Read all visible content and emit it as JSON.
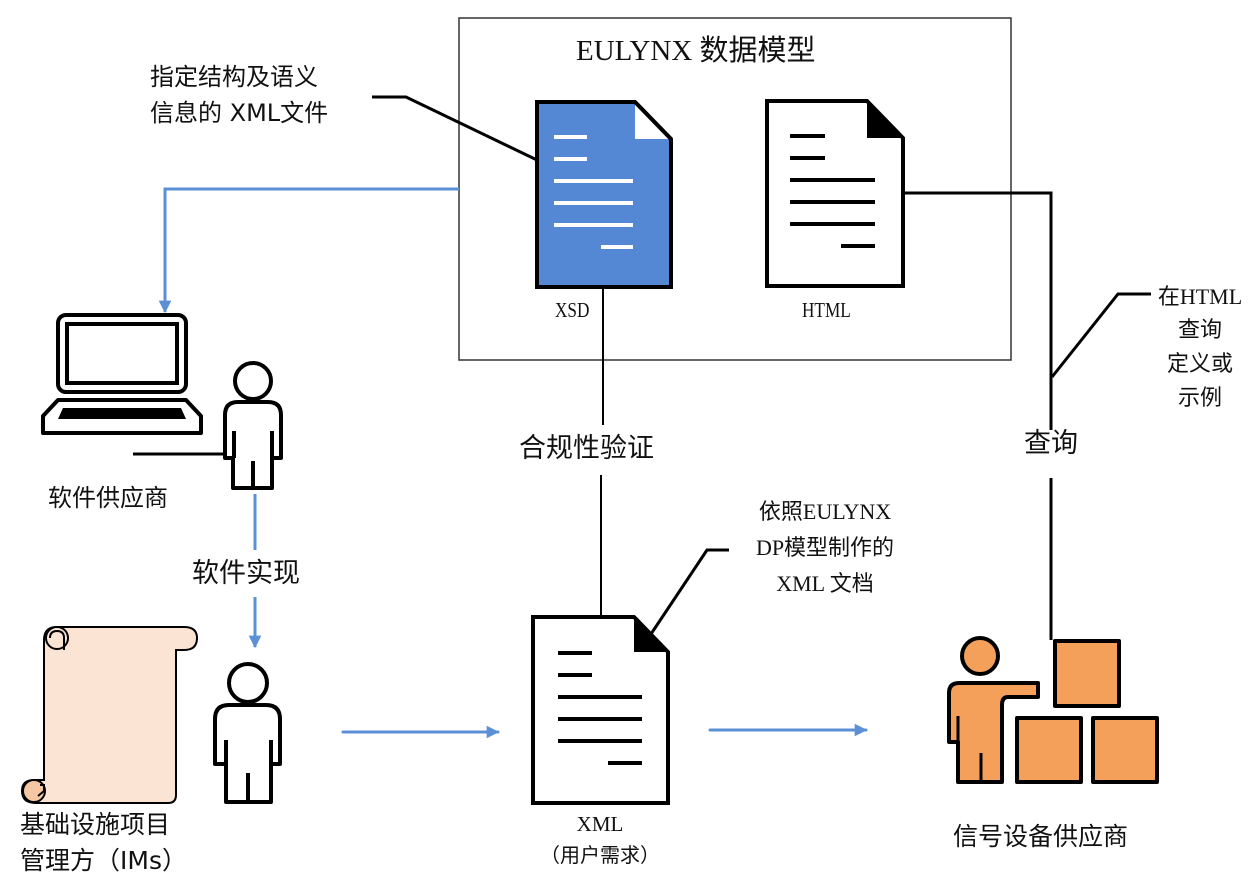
{
  "title": "EULYNX 数据模型",
  "colors": {
    "arrow_blue": "#5b8fd6",
    "xsd_fill": "#5588d4",
    "supplier_orange": "#f4a05a",
    "scroll_fill": "#fce4d4",
    "scroll_curl": "#f5c8a3",
    "stroke": "#000000"
  },
  "documents": {
    "xsd": {
      "label": "XSD",
      "icon": "blue-document-icon"
    },
    "html": {
      "label": "HTML",
      "icon": "document-icon"
    },
    "xml": {
      "label": "XML",
      "sublabel": "（用户需求）",
      "icon": "document-icon"
    }
  },
  "callouts": {
    "xsd_note": {
      "line1": "指定结构及语义",
      "line2": "信息的 XML文件"
    },
    "xml_note": {
      "line1": "依照EULYNX",
      "line2": "DP模型制作的",
      "line3": "XML 文档"
    },
    "html_note": {
      "line1": "在HTML",
      "line2": "查询",
      "line3": "定义或",
      "line4": "示例"
    }
  },
  "actors": {
    "software_vendor": {
      "label": "软件供应商",
      "icon": "laptop-user-icon"
    },
    "infrastructure_manager": {
      "line1": "基础设施项目",
      "line2": "管理方（IMs）",
      "icon": "scroll-user-icon"
    },
    "signal_supplier": {
      "label": "信号设备供应商",
      "icon": "person-boxes-icon"
    }
  },
  "edges": {
    "compliance": "合规性验证",
    "query": "查询",
    "implementation": "软件实现"
  }
}
